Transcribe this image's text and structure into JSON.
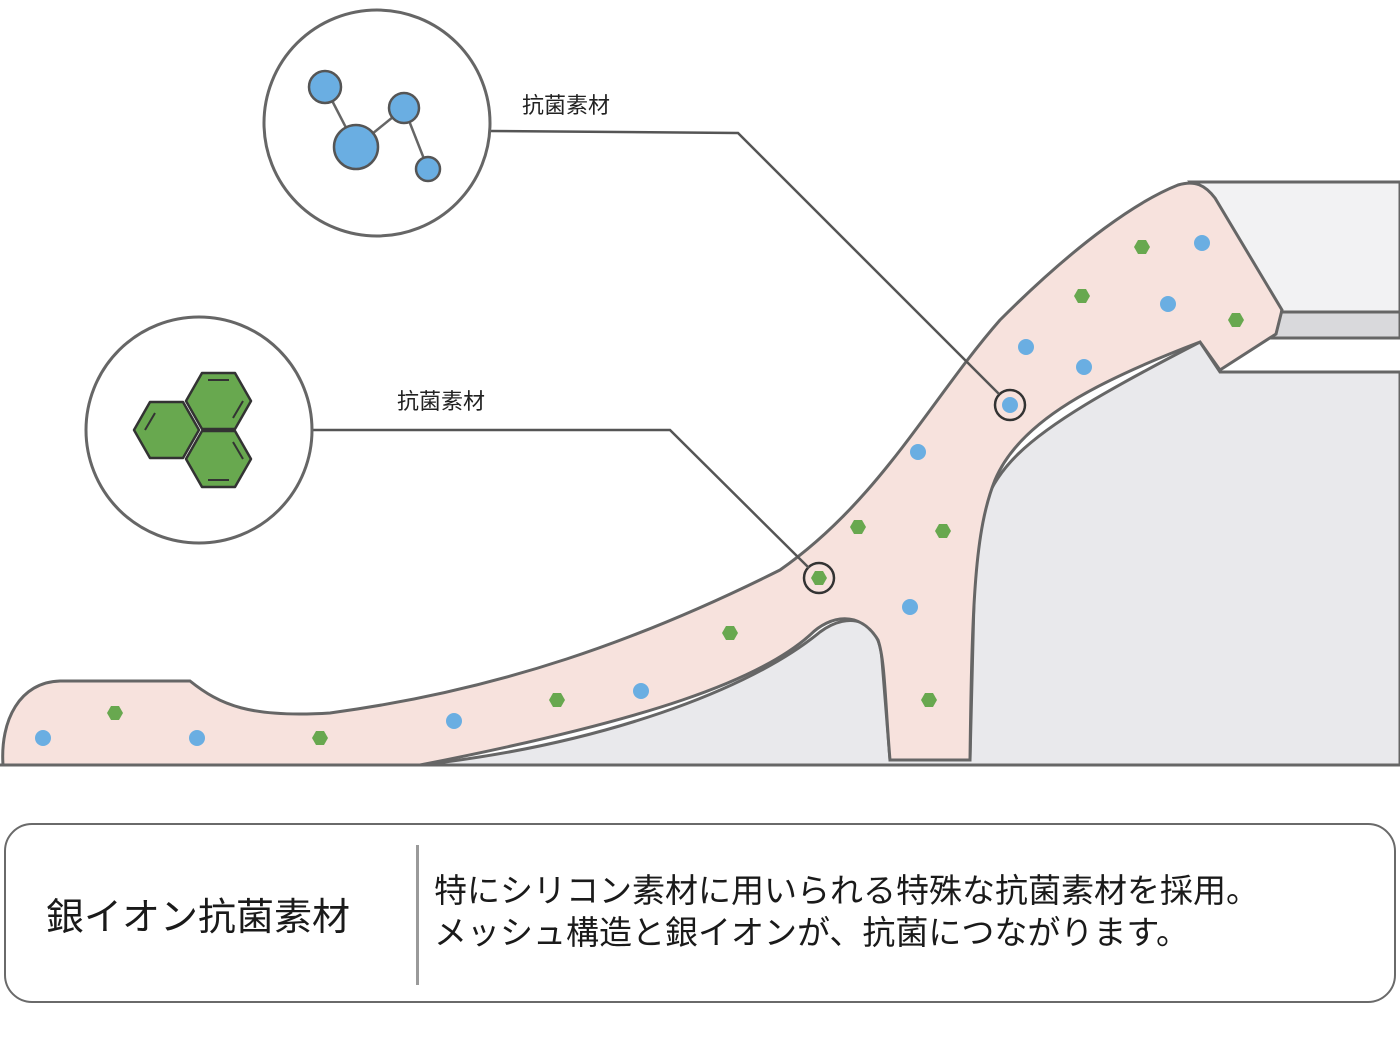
{
  "callouts": [
    {
      "label": "抗菌素材",
      "icon": "silver-ion-molecule-icon"
    },
    {
      "label": "抗菌素材",
      "icon": "hexagon-mesh-icon"
    }
  ],
  "colors": {
    "rubber_fill": "#f7e2dd",
    "outline": "#666666",
    "ion_blue": "#6aaee2",
    "mesh_green": "#68a84f",
    "panel_fill": "#e9e9ec"
  },
  "info": {
    "title": "銀イオン抗菌素材",
    "lines": [
      "特にシリコン素材に用いられる特殊な抗菌素材を採用。",
      "メッシュ構造と銀イオンが、抗菌につながります。"
    ]
  }
}
